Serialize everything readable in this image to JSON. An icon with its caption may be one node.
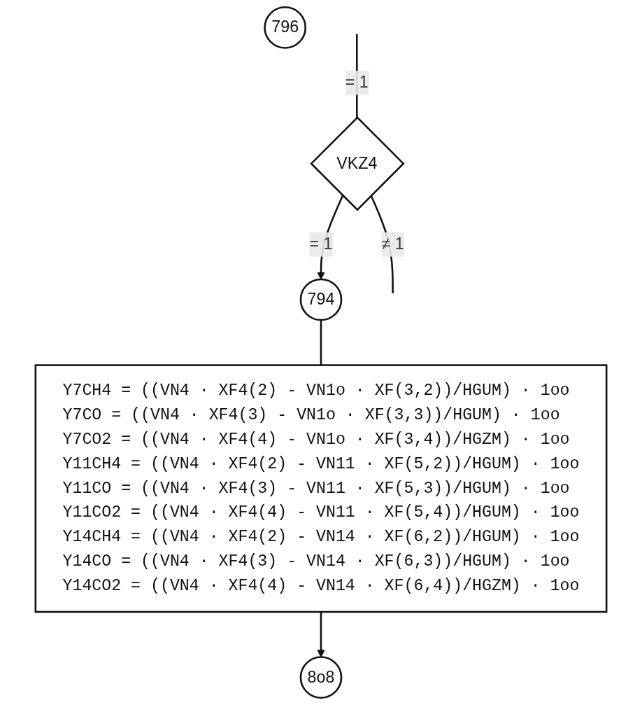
{
  "diagram": {
    "nodes": [
      {
        "text": [
          "VKZ4"
        ]
      },
      {
        "text": [
          "794"
        ]
      },
      {
        "text": [
          "Y7CH4 = ((VN4 · XF4(2) - VN1o · XF(3,2))/HGUM) · 1oo",
          "Y7CO = ((VN4 · XF4(3) - VN1o · XF(3,3))/HGUM) · 1oo",
          "Y7CO2 = ((VN4 · XF4(4) - VN1o · XF(3,4))/HGZM) · 1oo",
          "Y11CH4 = ((VN4 · XF4(2) - VN11 · XF(5,2))/HGUM) · 1oo",
          "Y11CO = ((VN4 · XF4(3) - VN11 · XF(5,3))/HGUM) · 1oo",
          "Y11CO2 = ((VN4 · XF4(4) - VN11 · XF(5,4))/HGUM) · 1oo",
          "Y14CH4 = ((VN4 · XF4(2) - VN14 · XF(6,2))/HGUM) · 1oo",
          "Y14CO = ((VN4 · XF4(3) - VN14 · XF(6,3))/HGUM) · 1oo",
          "Y14CO2 = ((VN4 · XF4(4) - VN14 · XF(6,4))/HGZM) · 1oo"
        ]
      },
      {
        "text": [
          "8o8"
        ]
      },
      {
        "text": [
          "796"
        ]
      }
    ],
    "edges": [
      {
        "from": null,
        "to": 0,
        "label": "= 1",
        "arrow": "none"
      },
      {
        "from": 0,
        "to": null,
        "label": "≠ 1",
        "arrow": "none"
      },
      {
        "from": 0,
        "to": 1,
        "label": "= 1",
        "arrow": "to"
      },
      {
        "from": 1,
        "to": 2,
        "arrow": "none"
      },
      {
        "from": 2,
        "to": 3,
        "arrow": "to"
      }
    ]
  }
}
